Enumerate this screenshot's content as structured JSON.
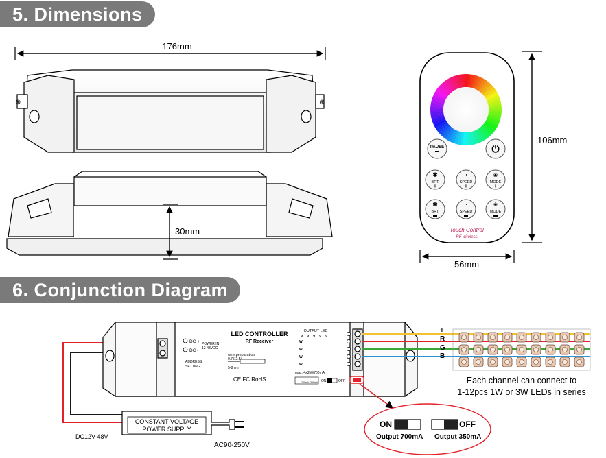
{
  "sections": {
    "dimensions_title": "5. Dimensions",
    "conjunction_title": "6. Conjunction Diagram"
  },
  "dimensions": {
    "controller_length": "176mm",
    "controller_height": "30mm",
    "remote_height": "106mm",
    "remote_width": "56mm"
  },
  "remote": {
    "pause_label": "PAUSE",
    "brt_label": "BRT",
    "speed_label": "SPEED",
    "mode_label": "MODE",
    "brand_line1": "Touch Control",
    "brand_line2": "RF wireless"
  },
  "controller_label": {
    "title": "LED CONTROLLER",
    "subtitle": "RF Receiver",
    "dc_plus": "DC +",
    "dc_minus": "DC -",
    "power_in": "POWER IN",
    "power_range": "12-48VDC",
    "address": "ADDRESS",
    "setting": "SETTING",
    "wire_prep": "wire preparation",
    "wire_size": "0.75-2.5²",
    "wire_len": "5-8mm",
    "cert": "CE FC RoHS",
    "output_led": "OUTPUT LED",
    "max_rating": "max. 4x350/700mA",
    "switch_on": "ON",
    "switch_off": "OFF",
    "switch_mA_on": "700mA",
    "switch_mA_off": "350mA"
  },
  "wiring": {
    "channel_plus": "+",
    "channel_r": "R",
    "channel_g": "G",
    "channel_b": "B",
    "psu_line1": "CONSTANT VOLTAGE",
    "psu_line2": "POWER SUPPLY",
    "dc_range": "DC12V-48V",
    "ac_range": "AC90-250V",
    "note_line1": "Each channel can connect to",
    "note_line2": "1-12pcs 1W or 3W LEDs in series"
  },
  "switch_callout": {
    "on_label": "ON",
    "off_label": "OFF",
    "on_output": "Output 700mA",
    "off_output": "Output 350mA"
  },
  "colors": {
    "red_wire": "#e3212a",
    "green_wire": "#3aa635",
    "blue_wire": "#2b8fd0",
    "yellow_wire": "#f1c232",
    "pill_bg": "#7a7a7a"
  }
}
